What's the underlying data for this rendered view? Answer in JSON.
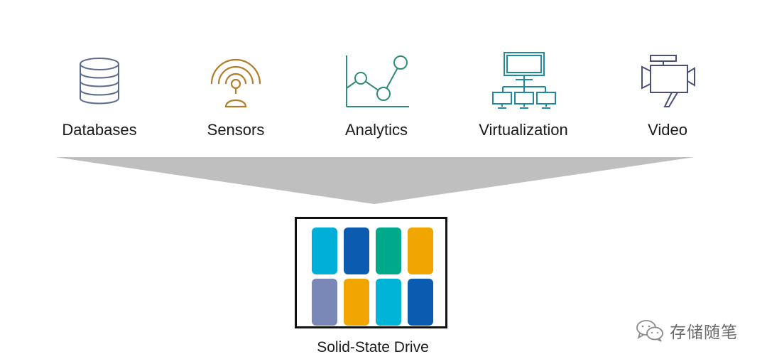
{
  "sources": [
    {
      "label": "Databases",
      "icon": "database-icon",
      "color": "#5b6b8c"
    },
    {
      "label": "Sensors",
      "icon": "sensor-icon",
      "color": "#b07d2a"
    },
    {
      "label": "Analytics",
      "icon": "analytics-chart-icon",
      "color": "#2e8b78"
    },
    {
      "label": "Virtualization",
      "icon": "network-computers-icon",
      "color": "#1e8a9e"
    },
    {
      "label": "Video",
      "icon": "video-camera-icon",
      "color": "#4a4f78"
    }
  ],
  "funnel": {
    "color": "#bfbfbf"
  },
  "ssd": {
    "label": "Solid-State Drive",
    "chips": [
      {
        "color": "#00afd8"
      },
      {
        "color": "#0b5cb0"
      },
      {
        "color": "#00a98a"
      },
      {
        "color": "#f0a500"
      },
      {
        "color": "#7a88b8"
      },
      {
        "color": "#f0a500"
      },
      {
        "color": "#00b4d8"
      },
      {
        "color": "#0b5cb0"
      }
    ]
  },
  "watermark": {
    "text": "存储随笔",
    "icon": "wechat-icon"
  }
}
